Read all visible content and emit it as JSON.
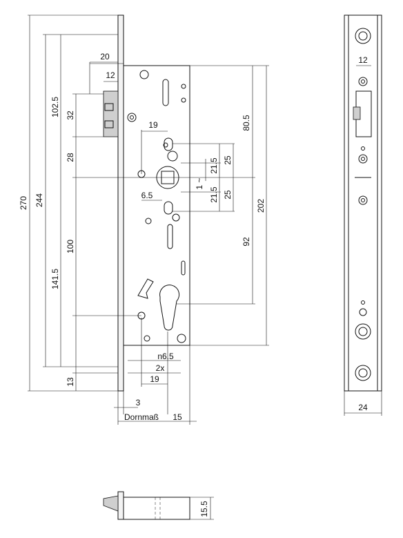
{
  "dimensions": {
    "d270": "270",
    "d244": "244",
    "d102_5": "102.5",
    "d32": "32",
    "d28": "28",
    "d100": "100",
    "d141_5": "141.5",
    "d13": "13",
    "d20": "20",
    "d12_top": "12",
    "d19_top": "19",
    "d6_5": "6.5",
    "d1": "1 ~",
    "d21_5_a": "21.5",
    "d25_a": "25",
    "d21_5_b": "21.5",
    "d25_b": "25",
    "d80_5": "80.5",
    "d202": "202",
    "d92": "92",
    "dn6_5": "n6.5",
    "d2x": "2x",
    "d19_bottom": "19",
    "d3": "3",
    "dornmass": "Dornmaß",
    "d15": "15",
    "d12_face": "12",
    "d24": "24",
    "d15_5": "15.5"
  }
}
